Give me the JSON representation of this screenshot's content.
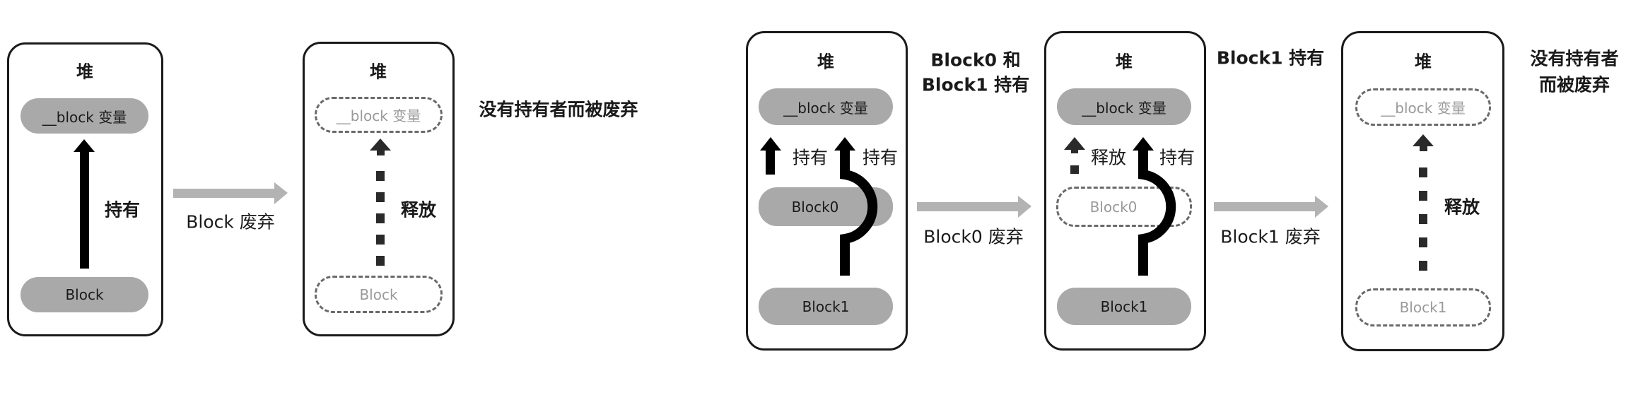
{
  "diagrams": [
    {
      "id": "single-block",
      "states": [
        {
          "heap_title": "堆",
          "variable": {
            "label": "__block 变量",
            "state": "held"
          },
          "blocks": [
            {
              "label": "Block",
              "state": "alive"
            }
          ],
          "arrows": [
            {
              "from": "Block",
              "to": "__block 变量",
              "kind": "hold",
              "label": "持有"
            }
          ]
        },
        {
          "heap_title": "堆",
          "variable": {
            "label": "__block 变量",
            "state": "discarded"
          },
          "blocks": [
            {
              "label": "Block",
              "state": "discarded"
            }
          ],
          "arrows": [
            {
              "from": "Block",
              "to": "__block 变量",
              "kind": "release",
              "label": "释放"
            }
          ],
          "side_note": "没有持有者而被废弃"
        }
      ],
      "transitions": [
        {
          "label": "Block 废弃"
        }
      ]
    },
    {
      "id": "two-blocks",
      "states": [
        {
          "heap_title": "堆",
          "variable": {
            "label": "__block 变量",
            "state": "held"
          },
          "blocks": [
            {
              "label": "Block0",
              "state": "alive"
            },
            {
              "label": "Block1",
              "state": "alive"
            }
          ],
          "arrows": [
            {
              "from": "Block0",
              "to": "__block 变量",
              "kind": "hold",
              "label": "持有"
            },
            {
              "from": "Block1",
              "to": "__block 变量",
              "kind": "hold",
              "label": "持有"
            }
          ],
          "side_note": [
            "Block0 和",
            "Block1 持有"
          ]
        },
        {
          "heap_title": "堆",
          "variable": {
            "label": "__block 变量",
            "state": "held"
          },
          "blocks": [
            {
              "label": "Block0",
              "state": "discarded"
            },
            {
              "label": "Block1",
              "state": "alive"
            }
          ],
          "arrows": [
            {
              "from": "Block0",
              "to": "__block 变量",
              "kind": "release",
              "label": "释放"
            },
            {
              "from": "Block1",
              "to": "__block 变量",
              "kind": "hold",
              "label": "持有"
            }
          ],
          "side_note": "Block1 持有"
        },
        {
          "heap_title": "堆",
          "variable": {
            "label": "__block 变量",
            "state": "discarded"
          },
          "blocks": [
            {
              "label": "Block1",
              "state": "discarded"
            }
          ],
          "arrows": [
            {
              "from": "Block1",
              "to": "__block 变量",
              "kind": "release",
              "label": "释放"
            }
          ],
          "side_note": [
            "没有持有者",
            "而被废弃"
          ]
        }
      ],
      "transitions": [
        {
          "label": "Block0 废弃"
        },
        {
          "label": "Block1 废弃"
        }
      ]
    }
  ],
  "colors": {
    "box_border": "#1a1a1a",
    "pill_fill": "#a9a9a9",
    "pill_text": "#1a1a1a",
    "released_border": "#6a6a6a",
    "released_text": "#9a9a9a",
    "arrow": "#000000",
    "transition_arrow": "#b3b3b3"
  }
}
